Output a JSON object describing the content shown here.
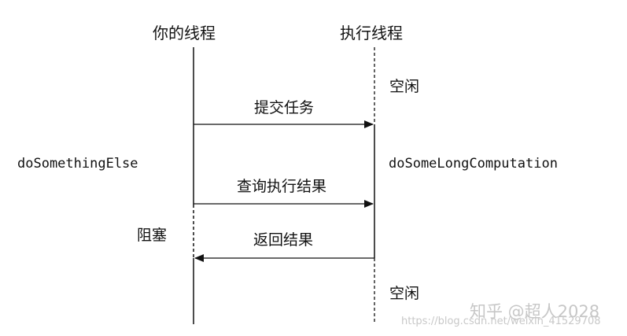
{
  "diagram": {
    "left_thread_title": "你的线程",
    "right_thread_title": "执行线程",
    "idle_top": "空闲",
    "idle_bottom": "空闲",
    "submit_task": "提交任务",
    "query_result": "查询执行结果",
    "return_result": "返回结果",
    "do_something_else": "doSomethingElse",
    "do_long_computation": "doSomeLongComputation",
    "blocked": "阻塞"
  },
  "watermark": {
    "brand": "知乎 @超人2028",
    "url": "https://blog.csdn.net/weixin_41529708"
  },
  "colors": {
    "line": "#111111",
    "text": "#111111",
    "watermark": "#c7c7c7"
  }
}
